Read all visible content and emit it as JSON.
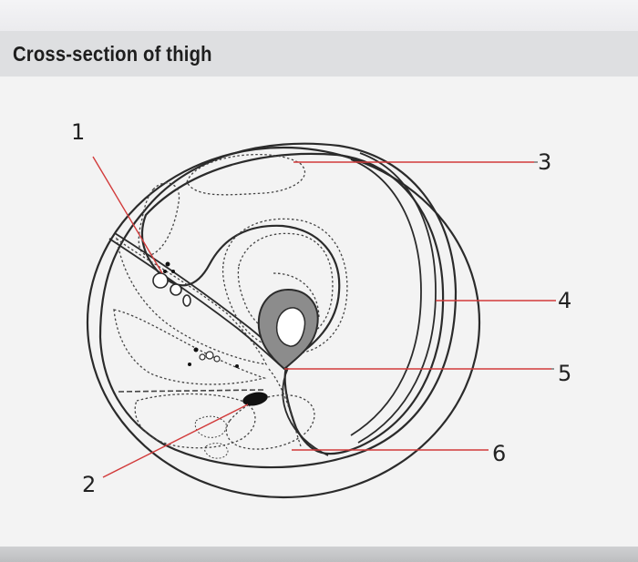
{
  "title": "Cross-section of thigh",
  "labels": [
    "1",
    "2",
    "3",
    "4",
    "5",
    "6"
  ],
  "colors": {
    "pointer_line": "#d23b3b",
    "outline": "#2b2b2b",
    "bone_cortex": "#8c8c8c",
    "vessel_fill": "#111111"
  }
}
